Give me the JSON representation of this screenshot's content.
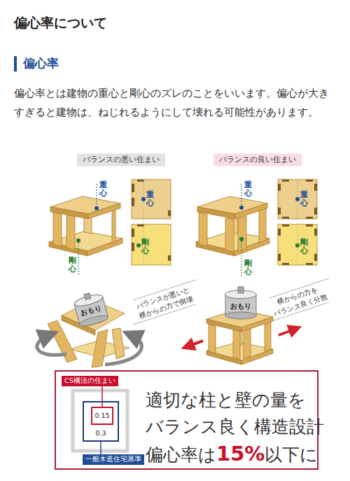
{
  "diagram": {
    "title": "偏心率について",
    "nodes": [
      {
        "text": [
          "バランスの悪い住まい"
        ]
      },
      {
        "text": [
          "バランスの良い住まい"
        ]
      },
      {
        "text": [
          "適切な柱と壁の量を",
          "バランス良く構造設計",
          "偏心率は",
          "15%",
          "以下に"
        ]
      },
      {
        "text": [
          "0.3"
        ],
        "in": 2
      },
      {
        "text": [
          "0.15"
        ],
        "in": 3
      },
      {
        "text": [
          "CS構法の住まい"
        ],
        "in": 2
      },
      {
        "text": [
          "一般木造住宅基準"
        ],
        "in": 2
      }
    ],
    "edges": [
      {
        "from": 5,
        "to": 4,
        "arrow": "none"
      },
      {
        "from": 6,
        "to": 3,
        "arrow": "none"
      }
    ],
    "labels": [
      "偏心率",
      "偏心率とは建物の重心と剛心のズレのことをいいます。偏心が大きすぎると建物は、ねじれるようにして壊れる可能性があります。",
      "重心",
      "重心",
      "重心",
      "重心",
      "剛心",
      "剛心",
      "剛心",
      "剛心",
      "おもり",
      "バランスが悪いと 横からの力で倒壊",
      "おもり",
      "横からの力を バランス良く分散"
    ]
  }
}
